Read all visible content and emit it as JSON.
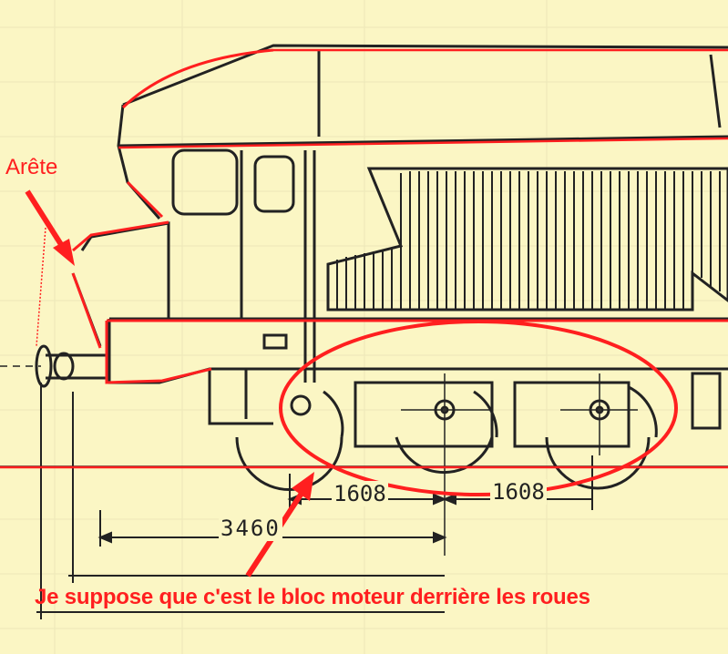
{
  "annotations": {
    "edge_label": "Arête",
    "note": "Je suppose que c'est le bloc moteur derrière les roues"
  },
  "dimensions": {
    "wheel_spacing_1": "1608",
    "wheel_spacing_2": "1608",
    "overhang": "3460"
  },
  "colors": {
    "background": "#fbf6c4",
    "annotation": "#ff1f1f",
    "drawing_ink": "#222222"
  }
}
